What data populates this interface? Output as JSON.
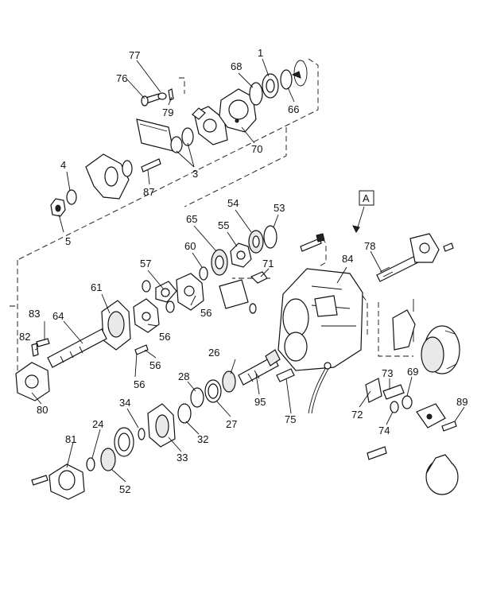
{
  "view_marker": "A",
  "callouts": [
    {
      "id": "c77",
      "text": "77"
    },
    {
      "id": "c76",
      "text": "76"
    },
    {
      "id": "c79",
      "text": "79"
    },
    {
      "id": "c68",
      "text": "68"
    },
    {
      "id": "c1",
      "text": "1"
    },
    {
      "id": "c66",
      "text": "66"
    },
    {
      "id": "c70",
      "text": "70"
    },
    {
      "id": "c3",
      "text": "3"
    },
    {
      "id": "c87",
      "text": "87"
    },
    {
      "id": "c4",
      "text": "4"
    },
    {
      "id": "c5",
      "text": "5"
    },
    {
      "id": "c54",
      "text": "54"
    },
    {
      "id": "c53",
      "text": "53"
    },
    {
      "id": "c65",
      "text": "65"
    },
    {
      "id": "c55",
      "text": "55"
    },
    {
      "id": "c60",
      "text": "60"
    },
    {
      "id": "c71",
      "text": "71"
    },
    {
      "id": "c57",
      "text": "57"
    },
    {
      "id": "c61",
      "text": "61"
    },
    {
      "id": "c56a",
      "text": "56"
    },
    {
      "id": "c83",
      "text": "83"
    },
    {
      "id": "c64",
      "text": "64"
    },
    {
      "id": "c56b",
      "text": "56"
    },
    {
      "id": "c82",
      "text": "82"
    },
    {
      "id": "c56c",
      "text": "56"
    },
    {
      "id": "c56d",
      "text": "56"
    },
    {
      "id": "c80",
      "text": "80"
    },
    {
      "id": "c26",
      "text": "26"
    },
    {
      "id": "c28",
      "text": "28"
    },
    {
      "id": "c95",
      "text": "95"
    },
    {
      "id": "c27",
      "text": "27"
    },
    {
      "id": "c34",
      "text": "34"
    },
    {
      "id": "c32",
      "text": "32"
    },
    {
      "id": "c24",
      "text": "24"
    },
    {
      "id": "c33",
      "text": "33"
    },
    {
      "id": "c81",
      "text": "81"
    },
    {
      "id": "c52",
      "text": "52"
    },
    {
      "id": "c75",
      "text": "75"
    },
    {
      "id": "c78",
      "text": "78"
    },
    {
      "id": "c84",
      "text": "84"
    },
    {
      "id": "c73",
      "text": "73"
    },
    {
      "id": "c69",
      "text": "69"
    },
    {
      "id": "c72",
      "text": "72"
    },
    {
      "id": "c74",
      "text": "74"
    },
    {
      "id": "c89",
      "text": "89"
    }
  ]
}
